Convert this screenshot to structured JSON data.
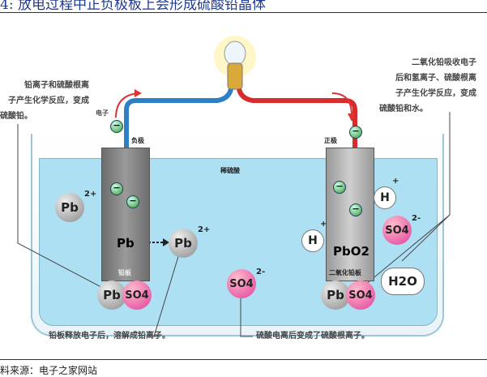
{
  "title": "4: 放电过程中正负极板上会形成硫酸铅晶体",
  "notes": {
    "left_top": [
      "铅离子和硫酸根离",
      "子产生化学反应，变成",
      "硫酸铅。"
    ],
    "right_top": [
      "二氧化铅吸收电子",
      "后和氢离子、硫酸根离",
      "子产生化学反应，变成",
      "硫酸铅和水。"
    ],
    "bottom_left": "铅板释放电子后，溶解成铅离子。",
    "bottom_right": "硫酸电离后变成了硫酸根离子。"
  },
  "labels": {
    "electron": "电子",
    "negative": "负极",
    "positive": "正极",
    "acid": "稀硫酸",
    "lead_plate": "铅板",
    "pbo2_plate": "二氧化铅板"
  },
  "ions": {
    "pb": "Pb",
    "so4": "SO4",
    "h": "H",
    "h2o": "H2O",
    "pbo2": "PbO2",
    "plus": "+",
    "two_plus": "2+",
    "two_minus": "2-",
    "minus": "−"
  },
  "source": "料来源：电子之家网站"
}
